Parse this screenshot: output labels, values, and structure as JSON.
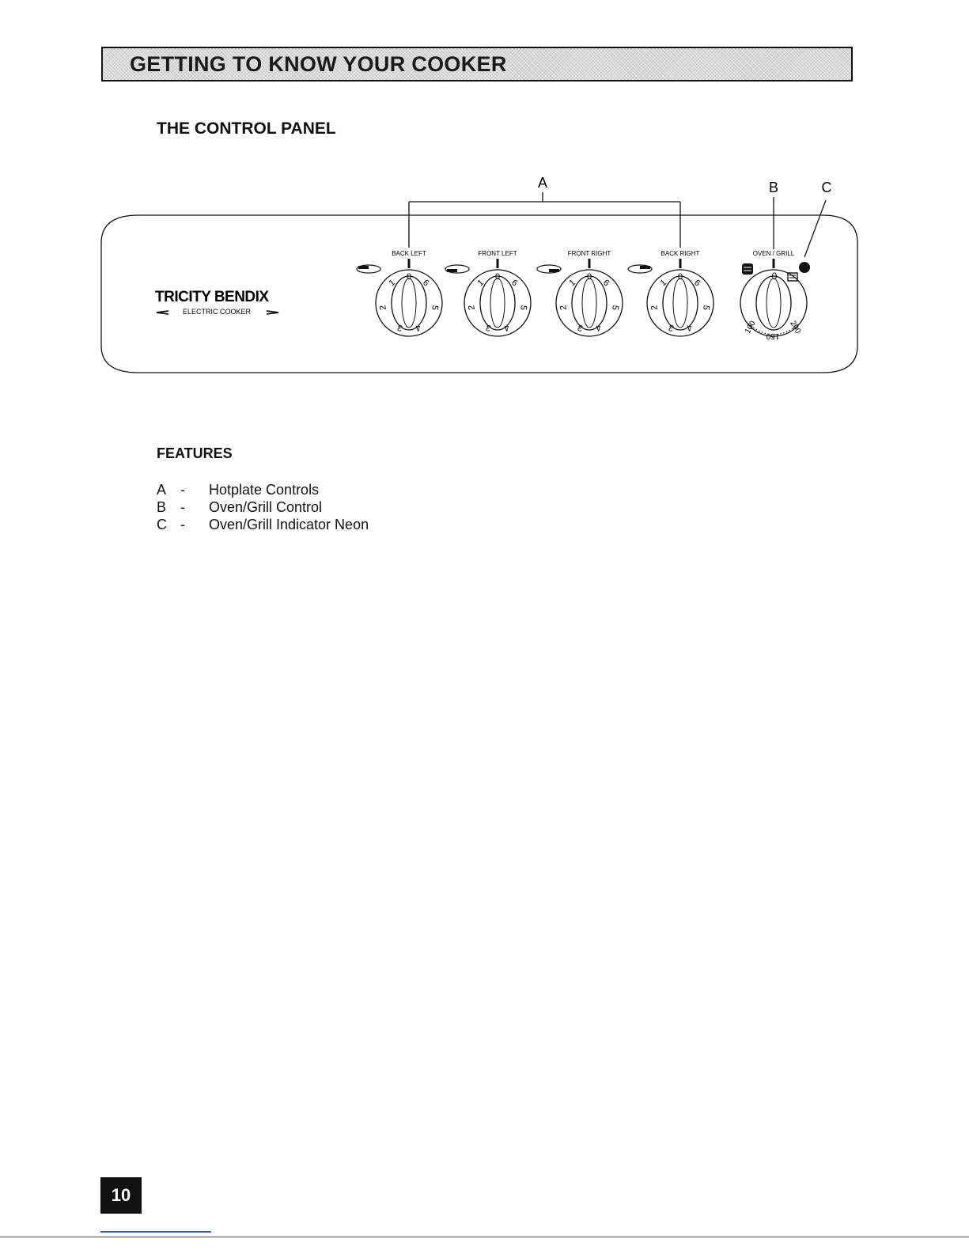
{
  "header": {
    "title": "GETTING TO KNOW YOUR COOKER"
  },
  "control_panel": {
    "title": "THE CONTROL PANEL",
    "callouts": {
      "a": "A",
      "b": "B",
      "c": "C"
    },
    "brand": {
      "name": "TRICITY BENDIX",
      "subtitle": "ELECTRIC COOKER"
    },
    "knobs": [
      {
        "label": "BACK LEFT",
        "marks": [
          "0",
          "1",
          "2",
          "3",
          "4",
          "5",
          "6"
        ]
      },
      {
        "label": "FRONT LEFT",
        "marks": [
          "0",
          "1",
          "2",
          "3",
          "4",
          "5",
          "6"
        ]
      },
      {
        "label": "FRONT RIGHT",
        "marks": [
          "0",
          "1",
          "2",
          "3",
          "4",
          "5",
          "6"
        ]
      },
      {
        "label": "BACK RIGHT",
        "marks": [
          "0",
          "1",
          "2",
          "3",
          "4",
          "5",
          "6"
        ]
      }
    ],
    "oven_knob": {
      "label": "OVEN / GRILL",
      "zero": "0",
      "temps": [
        "100",
        "150",
        "200"
      ]
    }
  },
  "features": {
    "title": "FEATURES",
    "items": [
      {
        "letter": "A",
        "dash": "-",
        "text": "Hotplate Controls"
      },
      {
        "letter": "B",
        "dash": "-",
        "text": "Oven/Grill Control"
      },
      {
        "letter": "C",
        "dash": "-",
        "text": "Oven/Grill Indicator Neon"
      }
    ]
  },
  "page": {
    "number": "10"
  }
}
